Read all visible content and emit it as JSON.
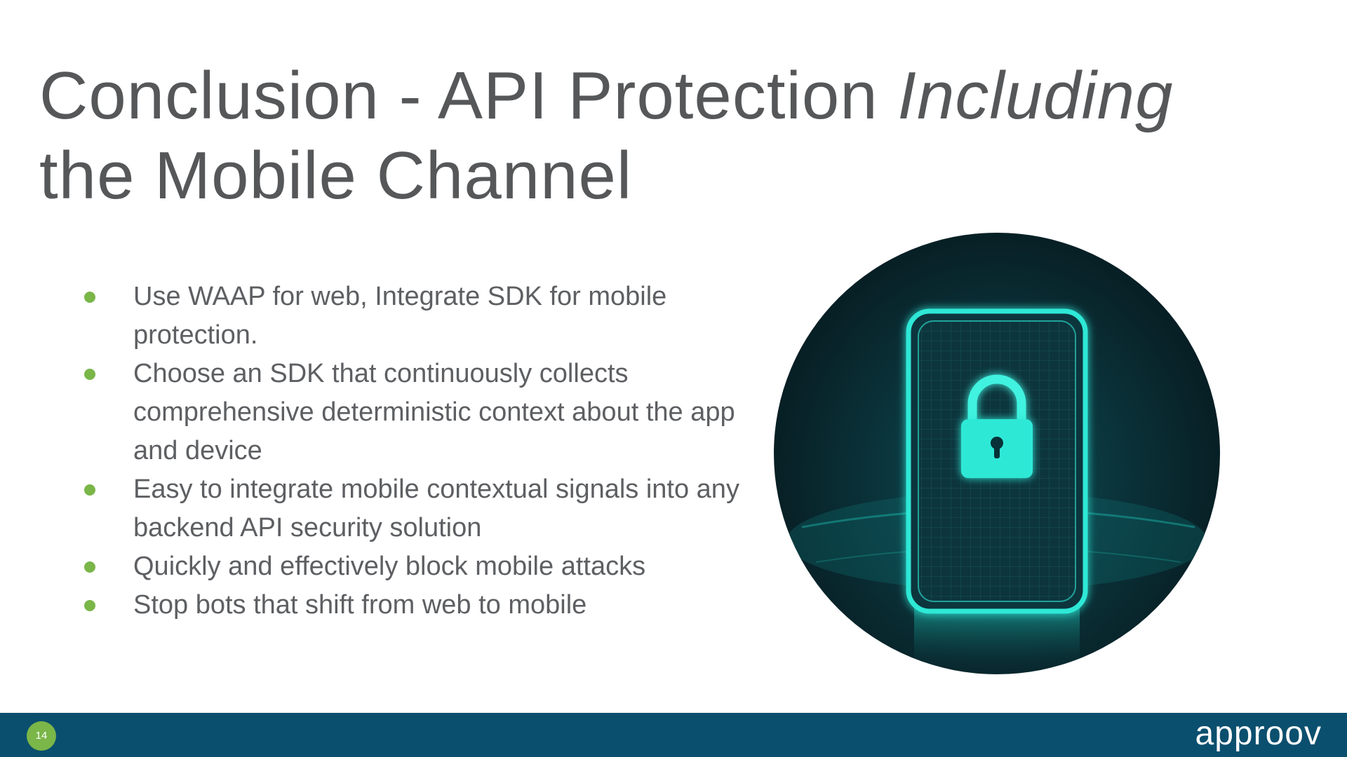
{
  "slide": {
    "title_part1": "Conclusion - API Protection ",
    "title_italic": "Including",
    "title_part2": "the Mobile Channel",
    "bullets": [
      "Use WAAP for web, Integrate SDK for mobile protection.",
      "Choose an SDK that continuously collects comprehensive deterministic context about the app and device",
      "Easy to integrate mobile contextual signals into any backend API security solution",
      "Quickly and effectively  block mobile attacks",
      "Stop bots that shift from web to mobile"
    ],
    "illustration_icon": "padlock-on-phone-icon",
    "page_number": "14",
    "logo_text": "approov"
  },
  "colors": {
    "title_text": "#555759",
    "body_text": "#5d5f62",
    "bullet_dot": "#7ab648",
    "footer_bar": "#0b4f6e",
    "glow": "#2fe8d6"
  }
}
